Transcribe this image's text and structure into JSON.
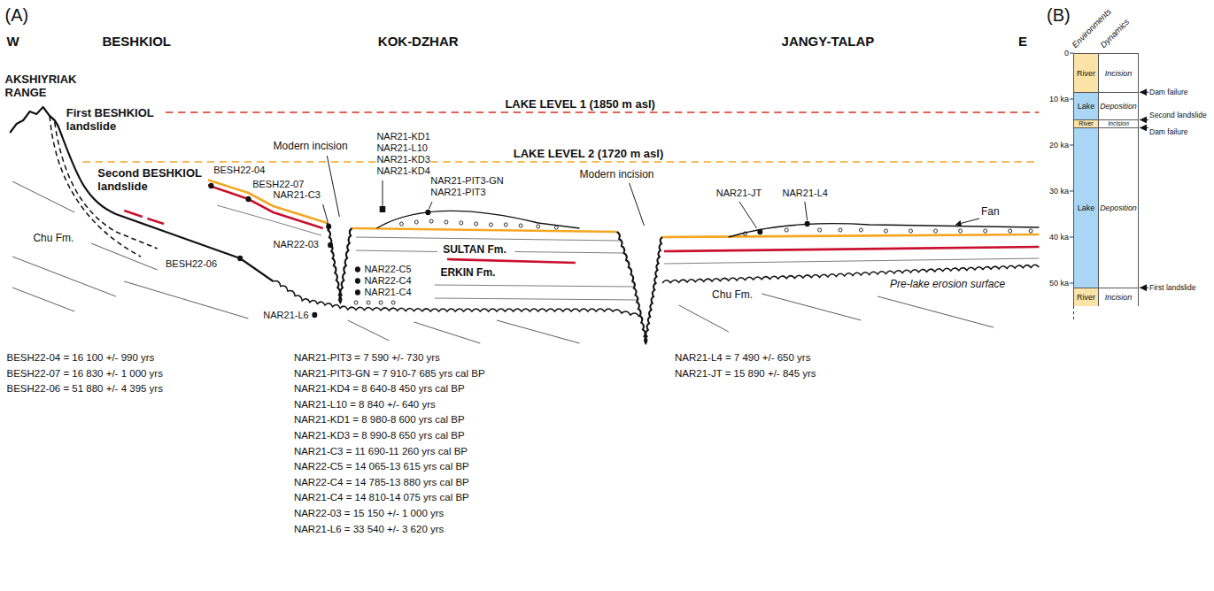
{
  "diagram": {
    "nodes": [
      {
        "text": [
          "River"
        ]
      },
      {
        "text": [
          "Incision"
        ]
      },
      {
        "text": [
          "Lake"
        ]
      },
      {
        "text": [
          "Deposition"
        ]
      },
      {
        "text": [
          "River"
        ]
      },
      {
        "text": [
          "Incision"
        ]
      },
      {
        "text": [
          "Lake"
        ]
      },
      {
        "text": [
          "Deposition"
        ]
      },
      {
        "text": [
          "River"
        ]
      },
      {
        "text": [
          "Incision"
        ]
      }
    ],
    "labels": [
      "(A)",
      "W",
      "BESHKIOL",
      "KOK-DZHAR",
      "JANGY-TALAP",
      "E",
      "AKSHIYRIAK RANGE",
      "First BESHKIOL landslide",
      "Second BESHKIOL landslide",
      "Modern incision",
      "LAKE LEVEL 1 (1850 m asl)",
      "LAKE LEVEL 2 (1720 m asl)",
      "NAR21-KD1",
      "NAR21-L10",
      "NAR21-KD3",
      "NAR21-KD4",
      "NAR21-PIT3-GN",
      "NAR21-PIT3",
      "Modern incision",
      "BESH22-04",
      "BESH22-07",
      "NAR21-C3",
      "Chu Fm.",
      "SULTAN Fm.",
      "ERKIN Fm.",
      "NAR21-JT",
      "NAR21-L4",
      "Fan",
      "BESH22-06",
      "NAR22-03",
      "Pre-lake erosion surface",
      "Chu Fm.",
      "NAR22-C5",
      "NAR22-C4",
      "NAR21-C4",
      "NAR21-L6",
      "BESH22-04 = 16 100 +/- 990 yrs",
      "BESH22-07 = 16 830 +/- 1 000 yrs",
      "BESH22-06 = 51 880 +/- 4 395 yrs",
      "NAR21-PIT3 = 7 590 +/- 730 yrs",
      "NAR21-PIT3-GN = 7 910-7 685 yrs cal BP",
      "NAR21-KD4 = 8 640-8 450 yrs cal BP",
      "NAR21-L10 = 8 840 +/- 640 yrs",
      "NAR21-KD1 = 8 980-8 600 yrs cal BP",
      "NAR21-KD3 = 8 990-8 650 yrs cal BP",
      "NAR21-C3 = 11 690-11 260 yrs cal BP",
      "NAR22-C5 = 14 065-13 615 yrs cal BP",
      "NAR22-C4 = 14 785-13 880 yrs cal BP",
      "NAR21-C4 = 14 810-14 075 yrs cal BP",
      "NAR22-03 = 15 150 +/- 1 000 yrs",
      "NAR21-L6 = 33 540 +/- 3 620 yrs",
      "NAR21-L4 = 7 490 +/- 650 yrs",
      "NAR21-JT = 15 890 +/- 845 yrs",
      "(B)",
      "Environments",
      "Dynamics",
      "0",
      "10 ka",
      "20 ka",
      "30 ka",
      "40 ka",
      "50 ka",
      "Dam failure",
      "Second landslide",
      "Dam failure",
      "First landslide"
    ]
  }
}
